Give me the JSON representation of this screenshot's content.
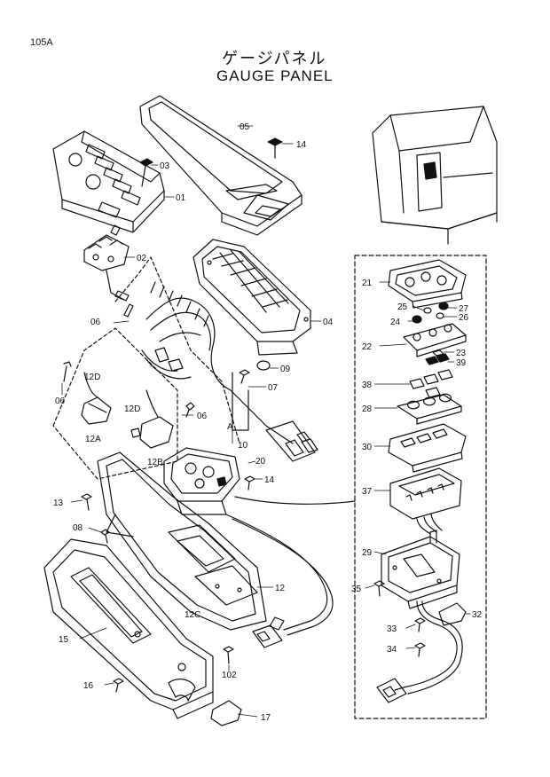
{
  "header": {
    "page_number": "105A",
    "title_jp": "ゲージパネル",
    "title_en": "GAUGE PANEL"
  },
  "callouts": [
    {
      "id": "c05",
      "label": "05"
    },
    {
      "id": "c14a",
      "label": "14"
    },
    {
      "id": "c03",
      "label": "03"
    },
    {
      "id": "c01",
      "label": "01"
    },
    {
      "id": "c02",
      "label": "02"
    },
    {
      "id": "c04",
      "label": "04"
    },
    {
      "id": "c06a",
      "label": "06"
    },
    {
      "id": "c09",
      "label": "09"
    },
    {
      "id": "c07",
      "label": "07"
    },
    {
      "id": "c12D_a",
      "label": "12D"
    },
    {
      "id": "c12D_b",
      "label": "12D"
    },
    {
      "id": "c06b",
      "label": "06"
    },
    {
      "id": "c06c",
      "label": "06"
    },
    {
      "id": "c12A",
      "label": "12A"
    },
    {
      "id": "c12B",
      "label": "12B"
    },
    {
      "id": "cA",
      "label": "A"
    },
    {
      "id": "c10",
      "label": "10"
    },
    {
      "id": "c20",
      "label": "20"
    },
    {
      "id": "c14b",
      "label": "14"
    },
    {
      "id": "c13",
      "label": "13"
    },
    {
      "id": "c08",
      "label": "08"
    },
    {
      "id": "c12",
      "label": "12"
    },
    {
      "id": "c12C",
      "label": "12C"
    },
    {
      "id": "c15",
      "label": "15"
    },
    {
      "id": "c102",
      "label": "102"
    },
    {
      "id": "c16",
      "label": "16"
    },
    {
      "id": "c17",
      "label": "17"
    },
    {
      "id": "c21",
      "label": "21"
    },
    {
      "id": "c25",
      "label": "25"
    },
    {
      "id": "c27",
      "label": "27"
    },
    {
      "id": "c24",
      "label": "24"
    },
    {
      "id": "c26",
      "label": "26"
    },
    {
      "id": "c22",
      "label": "22"
    },
    {
      "id": "c23",
      "label": "23"
    },
    {
      "id": "c39",
      "label": "39"
    },
    {
      "id": "c38",
      "label": "38"
    },
    {
      "id": "c28",
      "label": "28"
    },
    {
      "id": "c30",
      "label": "30"
    },
    {
      "id": "c37",
      "label": "37"
    },
    {
      "id": "c29",
      "label": "29"
    },
    {
      "id": "c35",
      "label": "35"
    },
    {
      "id": "c32",
      "label": "32"
    },
    {
      "id": "c33",
      "label": "33"
    },
    {
      "id": "c34",
      "label": "34"
    }
  ]
}
